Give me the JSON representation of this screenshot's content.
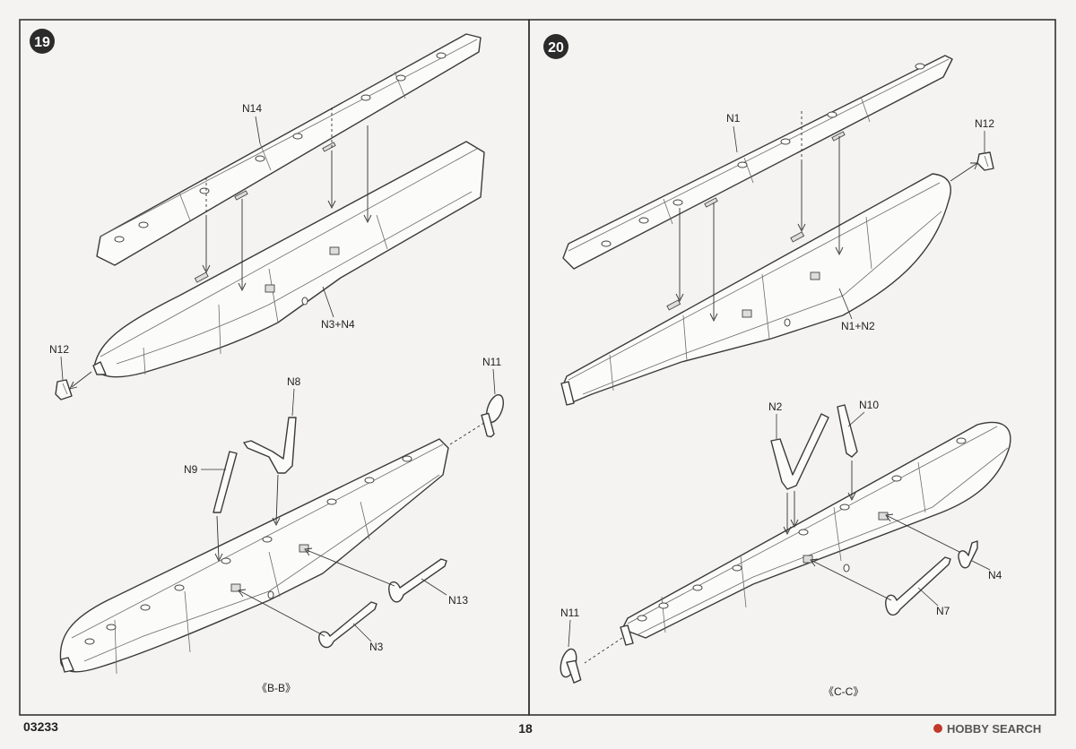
{
  "steps": [
    {
      "number": "19",
      "labels": {
        "top_part": "N14",
        "body_part": "N3+N4",
        "nose_cap": "N12",
        "prop": "N11",
        "strut_a": "N8",
        "strut_b": "N9",
        "arm_a": "N13",
        "arm_b": "N3"
      },
      "view_label": "《B-B》"
    },
    {
      "number": "20",
      "labels": {
        "top_part": "N1",
        "body_part": "N1+N2",
        "nose_cap": "N12",
        "prop": "N11",
        "strut_a": "N2",
        "strut_b": "N10",
        "arm_a": "N4",
        "arm_b": "N7"
      },
      "view_label": "《C-C》"
    }
  ],
  "footer": {
    "code": "03233",
    "page_number": "18",
    "brand": "HOBBY SEARCH"
  }
}
